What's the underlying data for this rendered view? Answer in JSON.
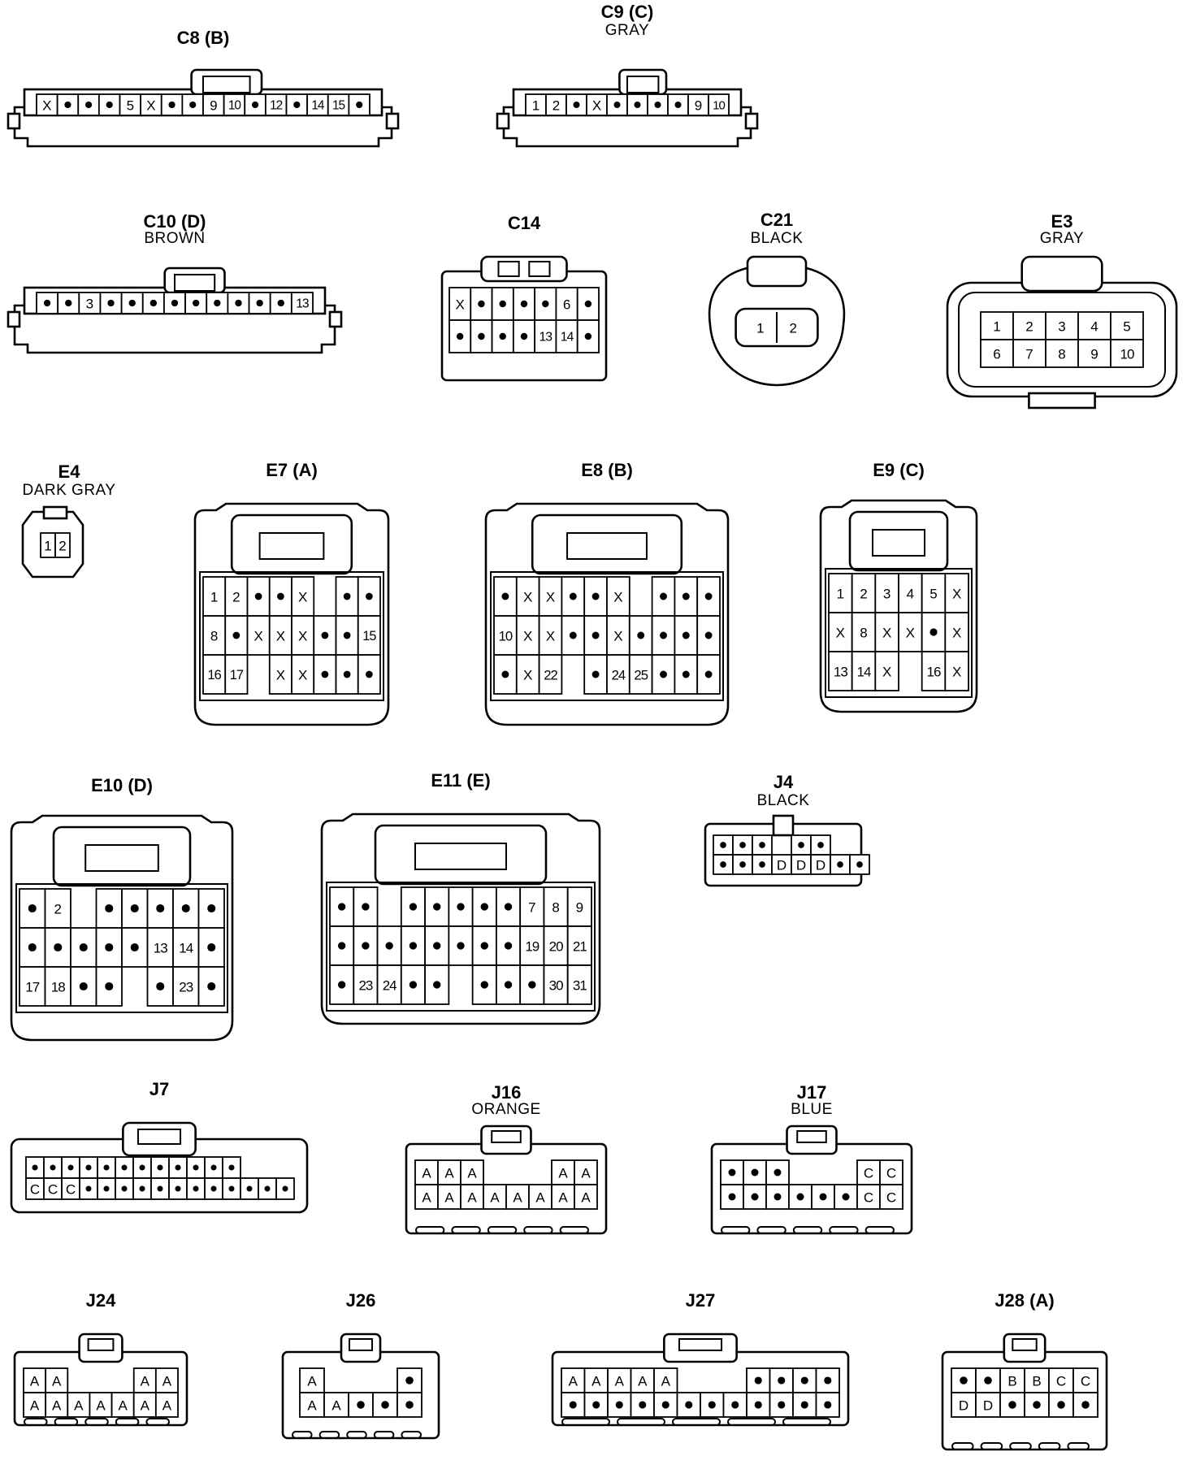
{
  "connectors": [
    {
      "id": "C8",
      "name": "C8 (B)",
      "color": "",
      "cols": 16,
      "rows": [
        [
          "X",
          "•",
          "•",
          "•",
          "5",
          "X",
          "•",
          "•",
          "9",
          "10",
          "•",
          "12",
          "•",
          "14",
          "15",
          "•"
        ]
      ]
    },
    {
      "id": "C9",
      "name": "C9 (C)",
      "color": "GRAY",
      "cols": 10,
      "rows": [
        [
          "1",
          "2",
          "•",
          "X",
          "•",
          "•",
          "•",
          "•",
          "9",
          "10"
        ]
      ]
    },
    {
      "id": "C10",
      "name": "C10 (D)",
      "color": "BROWN",
      "cols": 14,
      "rows": [
        [
          "•",
          "•",
          "3",
          "•",
          "•",
          "•",
          "•",
          "•",
          "•",
          "•",
          "•",
          "•",
          "13"
        ]
      ]
    },
    {
      "id": "C14",
      "name": "C14",
      "color": "",
      "cols": 7,
      "rows": [
        [
          "X",
          "•",
          "•",
          "•",
          "•",
          "6",
          "•"
        ],
        [
          "•",
          "•",
          "•",
          "•",
          "13",
          "14",
          "•"
        ]
      ]
    },
    {
      "id": "C21",
      "name": "C21",
      "color": "BLACK",
      "cols": 2,
      "rows": [
        [
          "1",
          "2"
        ]
      ]
    },
    {
      "id": "E3",
      "name": "E3",
      "color": "GRAY",
      "cols": 5,
      "rows": [
        [
          "1",
          "2",
          "3",
          "4",
          "5"
        ],
        [
          "6",
          "7",
          "8",
          "9",
          "10"
        ]
      ]
    },
    {
      "id": "E4",
      "name": "E4",
      "color": "DARK GRAY",
      "cols": 2,
      "rows": [
        [
          "1",
          "2"
        ]
      ]
    },
    {
      "id": "E7",
      "name": "E7 (A)",
      "color": "",
      "cols": 8,
      "rows": [
        [
          "1",
          "2",
          "•",
          "•",
          "X",
          "",
          "•",
          "•"
        ],
        [
          "8",
          "•",
          "X",
          "X",
          "X",
          "•",
          "•",
          "15"
        ],
        [
          "16",
          "17",
          "",
          "X",
          "X",
          "•",
          "•",
          "•"
        ]
      ]
    },
    {
      "id": "E8",
      "name": "E8 (B)",
      "color": "",
      "cols": 10,
      "rows": [
        [
          "•",
          "X",
          "X",
          "•",
          "•",
          "X",
          "",
          "•",
          "•",
          "•"
        ],
        [
          "10",
          "X",
          "X",
          "•",
          "•",
          "X",
          "•",
          "•",
          "•",
          "•"
        ],
        [
          "•",
          "X",
          "22",
          "",
          "•",
          "24",
          "25",
          "•",
          "•",
          "•"
        ]
      ]
    },
    {
      "id": "E9",
      "name": "E9 (C)",
      "color": "",
      "cols": 6,
      "rows": [
        [
          "1",
          "2",
          "3",
          "4",
          "5",
          "X"
        ],
        [
          "X",
          "8",
          "X",
          "X",
          "•",
          "X"
        ],
        [
          "13",
          "14",
          "X",
          "",
          "16",
          "X"
        ]
      ]
    },
    {
      "id": "E10",
      "name": "E10 (D)",
      "color": "",
      "cols": 8,
      "rows": [
        [
          "•",
          "2",
          "",
          "•",
          "•",
          "•",
          "•",
          "•"
        ],
        [
          "•",
          "•",
          "•",
          "•",
          "•",
          "13",
          "14",
          "•"
        ],
        [
          "17",
          "18",
          "•",
          "•",
          "",
          "•",
          "23",
          "•"
        ]
      ]
    },
    {
      "id": "E11",
      "name": "E11 (E)",
      "color": "",
      "cols": 11,
      "rows": [
        [
          "•",
          "•",
          "",
          "•",
          "•",
          "•",
          "•",
          "•",
          "7",
          "8",
          "9"
        ],
        [
          "•",
          "•",
          "•",
          "•",
          "•",
          "•",
          "•",
          "•",
          "19",
          "20",
          "21"
        ],
        [
          "•",
          "23",
          "24",
          "•",
          "•",
          "",
          "•",
          "•",
          "•",
          "30",
          "31"
        ]
      ]
    },
    {
      "id": "J4",
      "name": "J4",
      "color": "BLACK",
      "cols": 6,
      "rows": [
        [
          "•",
          "•",
          "•",
          "",
          "•",
          "•"
        ],
        [
          "•",
          "•",
          "•",
          "D",
          "D",
          "D",
          "•",
          "•"
        ]
      ]
    },
    {
      "id": "J7",
      "name": "J7",
      "color": "",
      "cols": 12,
      "rows": [
        [
          "•",
          "•",
          "•",
          "•",
          "•",
          "•",
          "•",
          "•",
          "•",
          "•",
          "•",
          "•"
        ],
        [
          "C",
          "C",
          "C",
          "•",
          "•",
          "•",
          "•",
          "•",
          "•",
          "•",
          "•",
          "•",
          "•",
          "•",
          "•"
        ]
      ]
    },
    {
      "id": "J16",
      "name": "J16",
      "color": "ORANGE",
      "cols": 8,
      "rows": [
        [
          "A",
          "A",
          "A",
          "",
          "",
          "",
          "A",
          "A"
        ],
        [
          "A",
          "A",
          "A",
          "A",
          "A",
          "A",
          "A",
          "A"
        ]
      ]
    },
    {
      "id": "J17",
      "name": "J17",
      "color": "BLUE",
      "cols": 8,
      "rows": [
        [
          "•",
          "•",
          "•",
          "",
          "",
          "",
          "C",
          "C"
        ],
        [
          "•",
          "•",
          "•",
          "•",
          "•",
          "•",
          "C",
          "C"
        ]
      ]
    },
    {
      "id": "J24",
      "name": "J24",
      "color": "",
      "cols": 7,
      "rows": [
        [
          "A",
          "A",
          "",
          "",
          "",
          "A",
          "A"
        ],
        [
          "A",
          "A",
          "A",
          "A",
          "A",
          "A",
          "A"
        ]
      ]
    },
    {
      "id": "J26",
      "name": "J26",
      "color": "",
      "cols": 5,
      "rows": [
        [
          "A",
          "",
          "",
          "",
          "•"
        ],
        [
          "A",
          "A",
          "•",
          "•",
          "•"
        ]
      ]
    },
    {
      "id": "J27",
      "name": "J27",
      "color": "",
      "cols": 12,
      "rows": [
        [
          "A",
          "A",
          "A",
          "A",
          "A",
          "",
          "",
          "",
          "•",
          "•",
          "•",
          "•"
        ],
        [
          "•",
          "•",
          "•",
          "•",
          "•",
          "•",
          "•",
          "•",
          "•",
          "•",
          "•",
          "•"
        ]
      ]
    },
    {
      "id": "J28",
      "name": "J28 (A)",
      "color": "",
      "cols": 6,
      "rows": [
        [
          "•",
          "•",
          "B",
          "B",
          "C",
          "C"
        ],
        [
          "D",
          "D",
          "•",
          "•",
          "•",
          "•"
        ]
      ]
    }
  ]
}
